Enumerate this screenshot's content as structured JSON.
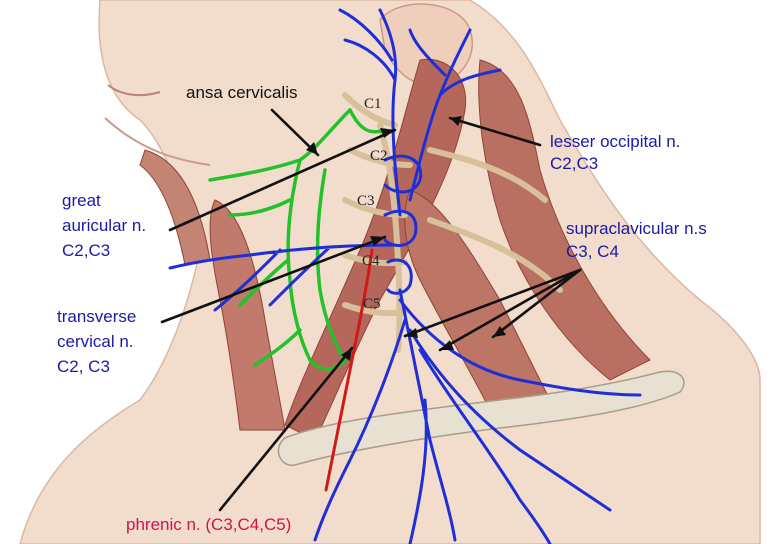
{
  "labels": {
    "ansa_cervicalis": "ansa cervicalis",
    "lesser_occipital": [
      "lesser occipital n.",
      "C2,C3"
    ],
    "great_auricular": [
      "great",
      "auricular n.",
      "C2,C3"
    ],
    "supraclavicular": [
      "supraclavicular n.s",
      "C3, C4"
    ],
    "transverse_cervical": [
      "transverse",
      "cervical n.",
      "C2, C3"
    ],
    "phrenic": "phrenic n. (C3,C4,C5)"
  },
  "levels": [
    "C1",
    "C2",
    "C3",
    "C4",
    "C5"
  ],
  "colors": {
    "label_blue": "#1a1aa6",
    "label_red": "#d0134e",
    "label_black": "#111111",
    "nerve_blue": "#1f2fd8",
    "nerve_green": "#22c22a",
    "nerve_red": "#d21818",
    "skin": "#f2dccb",
    "muscle": "#b5675c",
    "bone": "#e8e1d2",
    "plexus": "#d8c09a"
  }
}
